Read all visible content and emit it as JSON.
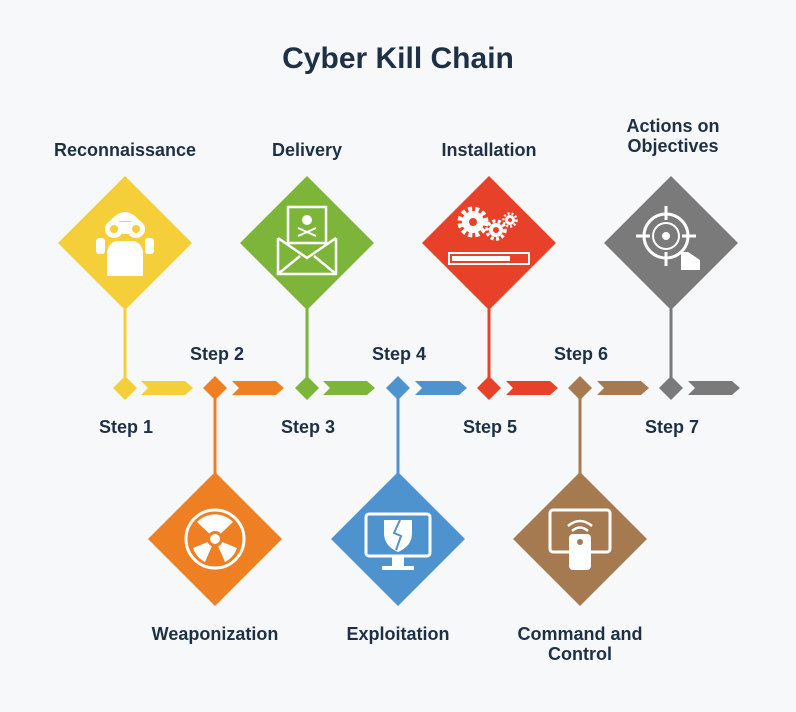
{
  "title": "Cyber Kill Chain",
  "stages": [
    {
      "step": "Step 1",
      "name": "Reconnaissance",
      "color": "#f5cf3a",
      "icon": "binoculars-person-icon"
    },
    {
      "step": "Step 2",
      "name": "Weaponization",
      "color": "#ef7f23",
      "icon": "radiation-icon"
    },
    {
      "step": "Step 3",
      "name": "Delivery",
      "color": "#7db53a",
      "icon": "malware-envelope-icon"
    },
    {
      "step": "Step 4",
      "name": "Exploitation",
      "color": "#4f93ce",
      "icon": "shield-monitor-icon"
    },
    {
      "step": "Step 5",
      "name": "Installation",
      "color": "#e8412a",
      "icon": "gears-progress-icon"
    },
    {
      "step": "Step 6",
      "name": "Command and Control",
      "color": "#a57a50",
      "icon": "remote-control-icon"
    },
    {
      "step": "Step 7",
      "name": "Actions on Objectives",
      "color": "#7a7a7a",
      "icon": "crosshair-target-icon"
    }
  ]
}
